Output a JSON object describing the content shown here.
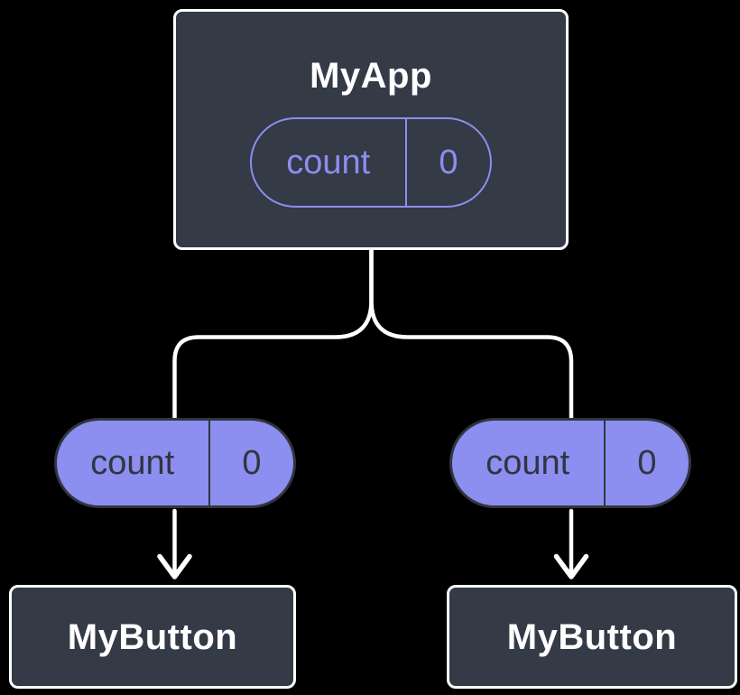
{
  "diagram": {
    "root_node": {
      "label": "MyApp",
      "state_pill": {
        "name": "count",
        "value": "0"
      }
    },
    "child_pills": [
      {
        "name": "count",
        "value": "0"
      },
      {
        "name": "count",
        "value": "0"
      }
    ],
    "child_nodes": [
      {
        "label": "MyButton"
      },
      {
        "label": "MyButton"
      }
    ],
    "colors": {
      "background": "#000000",
      "node_fill": "#343A46",
      "node_border": "#FFFFFF",
      "accent_purple": "#8C8EF0",
      "pill_dark_text": "#31353F",
      "connector": "#FFFFFF"
    }
  }
}
